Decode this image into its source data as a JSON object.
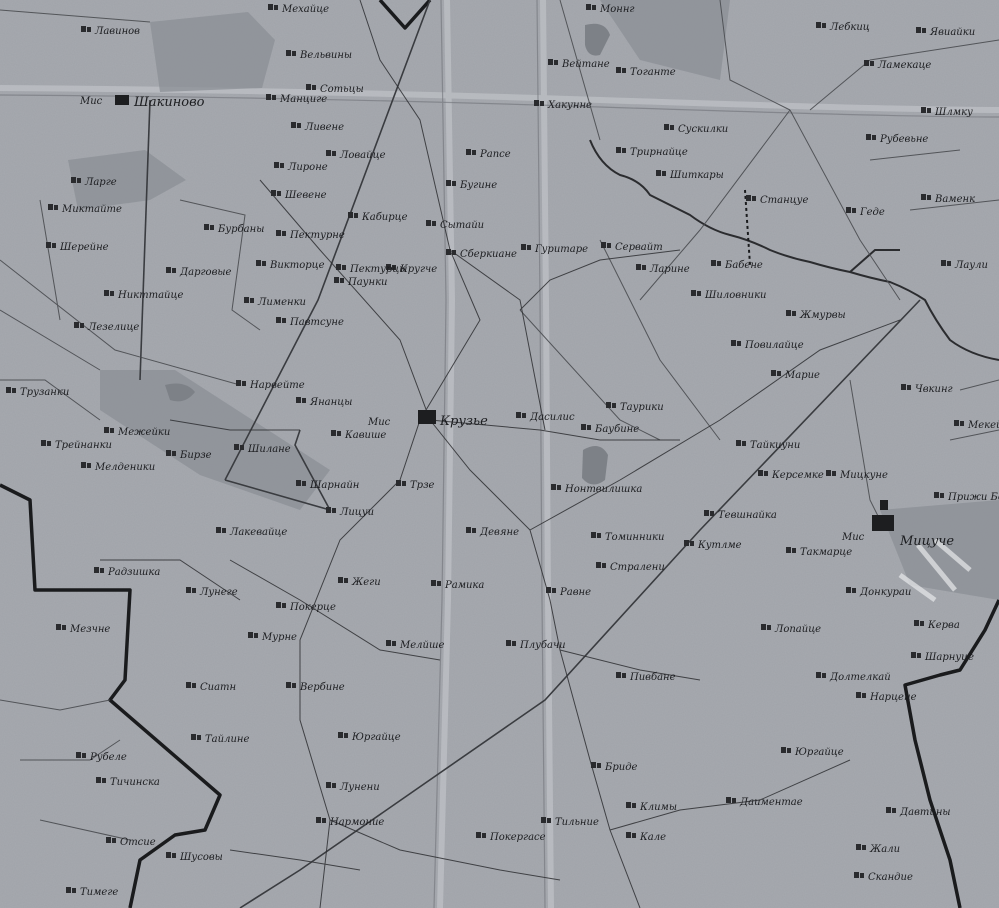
{
  "map": {
    "estates": [
      {
        "id": "shakinovo",
        "prefix": "Мис",
        "name": "Шакиново"
      },
      {
        "id": "kruzhe",
        "prefix": "Мис",
        "name": "Крузье"
      },
      {
        "id": "mitsuchi",
        "prefix": "Мис",
        "name": "Мицуче"
      }
    ],
    "places": [
      {
        "id": "p01",
        "name": "Мехайце"
      },
      {
        "id": "p02",
        "name": "Лавинов"
      },
      {
        "id": "p03",
        "name": "Вельвины"
      },
      {
        "id": "p04",
        "name": "Манциге"
      },
      {
        "id": "p05",
        "name": "Сотьцы"
      },
      {
        "id": "p06",
        "name": "Ливене"
      },
      {
        "id": "p07",
        "name": "Ловайце"
      },
      {
        "id": "p08",
        "name": "Лироне"
      },
      {
        "id": "p09",
        "name": "Шевене"
      },
      {
        "id": "p10",
        "name": "Ларге"
      },
      {
        "id": "p11",
        "name": "Миктайте"
      },
      {
        "id": "p12",
        "name": "Шерейне"
      },
      {
        "id": "p13",
        "name": "Бурбаны"
      },
      {
        "id": "p14",
        "name": "Дарговые"
      },
      {
        "id": "p15",
        "name": "Викторце"
      },
      {
        "id": "p16",
        "name": "Пектурне"
      },
      {
        "id": "p17",
        "name": "Кабирце"
      },
      {
        "id": "p18",
        "name": "Сытайи"
      },
      {
        "id": "p19",
        "name": "Никттайце"
      },
      {
        "id": "p20",
        "name": "Лезелице"
      },
      {
        "id": "p21",
        "name": "Лименки"
      },
      {
        "id": "p22",
        "name": "Павтсуне"
      },
      {
        "id": "p23",
        "name": "Паунки"
      },
      {
        "id": "p24",
        "name": "Пектурцы"
      },
      {
        "id": "p25",
        "name": "Кругче"
      },
      {
        "id": "p26",
        "name": "Нарвейте"
      },
      {
        "id": "p27",
        "name": "Янанцы"
      },
      {
        "id": "p28",
        "name": "Кавише"
      },
      {
        "id": "p29",
        "name": "Трузанки"
      },
      {
        "id": "p30",
        "name": "Межейки"
      },
      {
        "id": "p31",
        "name": "Бирзе"
      },
      {
        "id": "p32",
        "name": "Шилане"
      },
      {
        "id": "p33",
        "name": "Трейнанки"
      },
      {
        "id": "p34",
        "name": "Мелденики"
      },
      {
        "id": "p35",
        "name": "Шарнайн"
      },
      {
        "id": "p36",
        "name": "Трзе"
      },
      {
        "id": "p37",
        "name": "Лакевайце"
      },
      {
        "id": "p38",
        "name": "Лицуи"
      },
      {
        "id": "p39",
        "name": "Радзишка"
      },
      {
        "id": "p40",
        "name": "Лунеге"
      },
      {
        "id": "p41",
        "name": "Жеги"
      },
      {
        "id": "p42",
        "name": "Рамика"
      },
      {
        "id": "p43",
        "name": "Покерце"
      },
      {
        "id": "p44",
        "name": "Мелйше"
      },
      {
        "id": "p45",
        "name": "Мурне"
      },
      {
        "id": "p46",
        "name": "Мезчне"
      },
      {
        "id": "p47",
        "name": "Сиатн"
      },
      {
        "id": "p48",
        "name": "Вербине"
      },
      {
        "id": "p49",
        "name": "Тайлине"
      },
      {
        "id": "p50",
        "name": "Юргайце"
      },
      {
        "id": "p51",
        "name": "Рубеле"
      },
      {
        "id": "p52",
        "name": "Тичинска"
      },
      {
        "id": "p53",
        "name": "Лунени"
      },
      {
        "id": "p54",
        "name": "Нармоние"
      },
      {
        "id": "p55",
        "name": "Покергасе"
      },
      {
        "id": "p56",
        "name": "Отсие"
      },
      {
        "id": "p57",
        "name": "Шусовы"
      },
      {
        "id": "p58",
        "name": "Тильние"
      },
      {
        "id": "p59",
        "name": "Тимеге"
      },
      {
        "id": "p60",
        "name": "Моннг"
      },
      {
        "id": "p61",
        "name": "Вейтане"
      },
      {
        "id": "p62",
        "name": "Тоганте"
      },
      {
        "id": "p63",
        "name": "Хакунне"
      },
      {
        "id": "p64",
        "name": "Рапсе"
      },
      {
        "id": "p65",
        "name": "Сускилки"
      },
      {
        "id": "p66",
        "name": "Трирнайце"
      },
      {
        "id": "p67",
        "name": "Шиткары"
      },
      {
        "id": "p68",
        "name": "Бугине"
      },
      {
        "id": "p69",
        "name": "Сберкиане"
      },
      {
        "id": "p70",
        "name": "Станцуе"
      },
      {
        "id": "p71",
        "name": "Сервайт"
      },
      {
        "id": "p72",
        "name": "Гуритаре"
      },
      {
        "id": "p73",
        "name": "Ларине"
      },
      {
        "id": "p74",
        "name": "Бабене"
      },
      {
        "id": "p75",
        "name": "Шиловники"
      },
      {
        "id": "p76",
        "name": "Жмурвы"
      },
      {
        "id": "p77",
        "name": "Повилайце"
      },
      {
        "id": "p78",
        "name": "Марие"
      },
      {
        "id": "p79",
        "name": "Таурики"
      },
      {
        "id": "p80",
        "name": "Баубине"
      },
      {
        "id": "p81",
        "name": "Дасилис"
      },
      {
        "id": "p82",
        "name": "Тайкиуни"
      },
      {
        "id": "p83",
        "name": "Керсемке"
      },
      {
        "id": "p84",
        "name": "Мицкуне"
      },
      {
        "id": "p85",
        "name": "Нонтвилишка"
      },
      {
        "id": "p86",
        "name": "Тевшнайка"
      },
      {
        "id": "p87",
        "name": "Девяне"
      },
      {
        "id": "p88",
        "name": "Томинники"
      },
      {
        "id": "p89",
        "name": "Кутлме"
      },
      {
        "id": "p90",
        "name": "Стралени"
      },
      {
        "id": "p91",
        "name": "Такмарце"
      },
      {
        "id": "p92",
        "name": "Равне"
      },
      {
        "id": "p93",
        "name": "Донкураи"
      },
      {
        "id": "p94",
        "name": "Лопайце"
      },
      {
        "id": "p95",
        "name": "Плубачи"
      },
      {
        "id": "p96",
        "name": "Пивбане"
      },
      {
        "id": "p97",
        "name": "Долтелкай"
      },
      {
        "id": "p98",
        "name": "Нарцене"
      },
      {
        "id": "p99",
        "name": "Юргайце"
      },
      {
        "id": "q01",
        "name": "Бриде"
      },
      {
        "id": "q02",
        "name": "Климы"
      },
      {
        "id": "q03",
        "name": "Даиментае"
      },
      {
        "id": "q04",
        "name": "Давтины"
      },
      {
        "id": "q05",
        "name": "Жали"
      },
      {
        "id": "q06",
        "name": "Скандие"
      },
      {
        "id": "q07",
        "name": "Кале"
      },
      {
        "id": "q08",
        "name": "Лебкиц"
      },
      {
        "id": "q09",
        "name": "Ламекаце"
      },
      {
        "id": "q10",
        "name": "Шлмку"
      },
      {
        "id": "q11",
        "name": "Рубевьне"
      },
      {
        "id": "q12",
        "name": "Геде"
      },
      {
        "id": "q13",
        "name": "Ваменк"
      },
      {
        "id": "q14",
        "name": "Лаули"
      },
      {
        "id": "q15",
        "name": "Явиайки"
      },
      {
        "id": "q16",
        "name": "Чвкинг"
      },
      {
        "id": "q17",
        "name": "Мекей"
      },
      {
        "id": "q18",
        "name": "Прижи Бере"
      },
      {
        "id": "q19",
        "name": "Керва"
      },
      {
        "id": "q20",
        "name": "Шарнуце"
      }
    ]
  }
}
